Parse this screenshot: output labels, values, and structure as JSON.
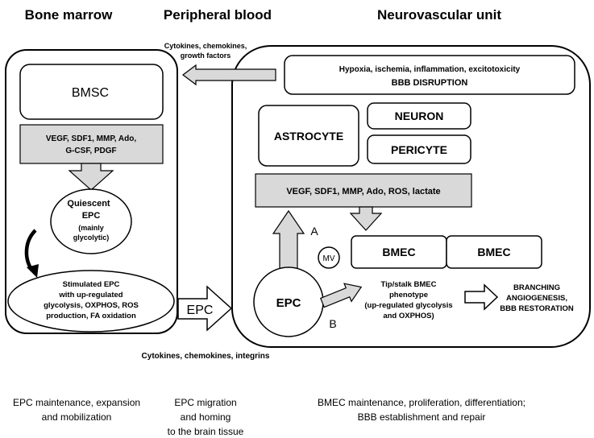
{
  "headers": {
    "bone_marrow": "Bone marrow",
    "peripheral_blood": "Peripheral blood",
    "neurovascular_unit": "Neurovascular unit"
  },
  "top_arrow_label": [
    "Cytokines, chemokines,",
    "growth factors"
  ],
  "disruption_box": {
    "line1": "Hypoxia, ischemia, inflammation, excitotoxicity",
    "line2": "BBB DISRUPTION"
  },
  "bmsc": "BMSC",
  "bone_factors": [
    "VEGF, SDF1, MMP, Ado,",
    "G-CSF, PDGF"
  ],
  "quiescent": [
    "Quiescent",
    "EPC",
    "(mainly",
    "glycolytic)"
  ],
  "stimulated": [
    "Stimulated EPC",
    "with up-regulated",
    "glycolysis, OXPHOS, ROS",
    "production, FA oxidation"
  ],
  "epc_arrow_label": "EPC",
  "astrocyte": "ASTROCYTE",
  "neuron": "NEURON",
  "pericyte": "PERICYTE",
  "nvu_factors": "VEGF, SDF1, MMP, Ado, ROS, lactate",
  "label_a": "A",
  "label_b": "B",
  "mv": "MV",
  "bmec_left": "BMEC",
  "bmec_right": "BMEC",
  "epc_circle": "EPC",
  "tip_stalk": [
    "Tip/stalk BMEC",
    "phenotype",
    "(up-regulated glycolysis",
    "and OXPHOS)"
  ],
  "outcome": [
    "BRANCHING",
    "ANGIOGENESIS,",
    "BBB RESTORATION"
  ],
  "bottom_arrow_label": "Cytokines, chemokines, integrins",
  "captions": {
    "col1": [
      "EPC maintenance, expansion",
      "and mobilization"
    ],
    "col2": [
      "EPC migration",
      "and homing",
      "to the brain tissue"
    ],
    "col3": [
      "BMEC maintenance, proliferation, differentiation;",
      "BBB establishment and repair"
    ]
  }
}
